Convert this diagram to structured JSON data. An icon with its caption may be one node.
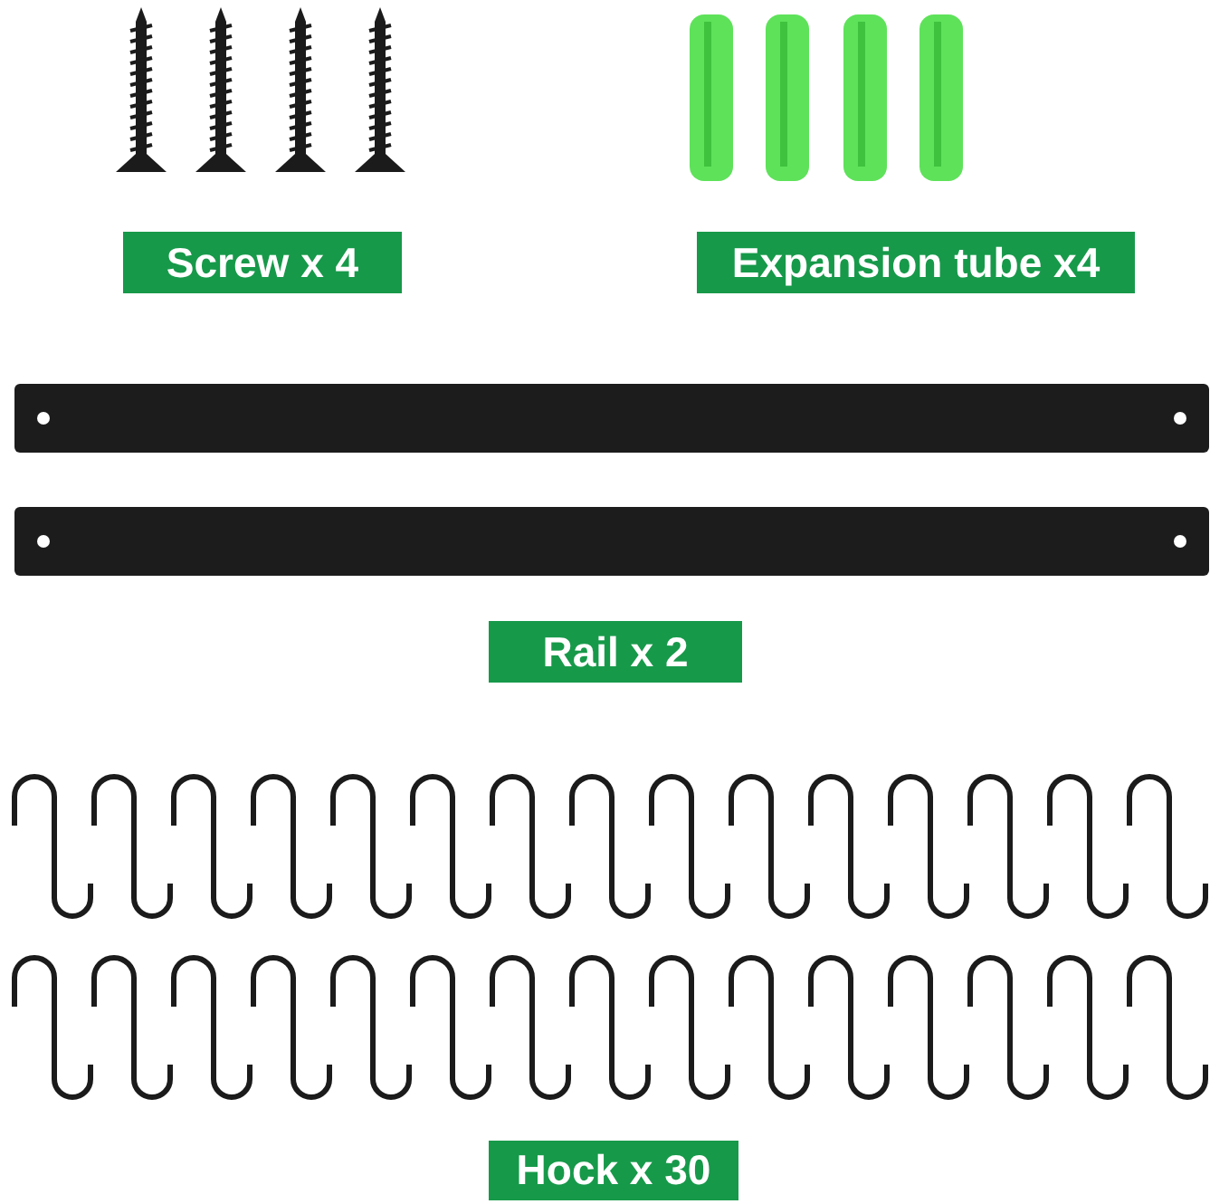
{
  "diagram": {
    "nodes": [
      {
        "text": [
          "Screw x 4"
        ]
      },
      {
        "text": [
          "Expansion tube x4"
        ]
      },
      {
        "text": [
          "Rail x 2"
        ]
      },
      {
        "text": [
          "Hock x 30"
        ]
      }
    ]
  }
}
